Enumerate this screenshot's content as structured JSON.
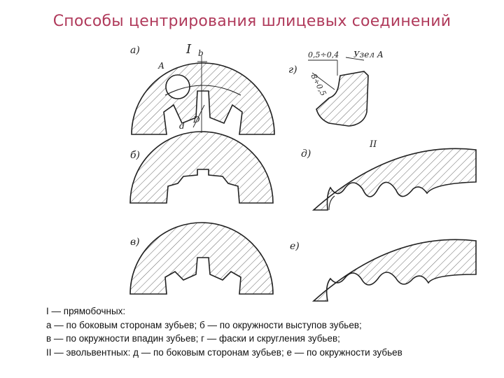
{
  "title": "Способы центрирования шлицевых соединений",
  "figure": {
    "labels": {
      "a": "а)",
      "b": "б)",
      "v": "в)",
      "g": "г)",
      "d": "д)",
      "e": "е)",
      "roman1": "I",
      "roman2": "II",
      "A": "А",
      "b_dim": "b",
      "d_dim": "d",
      "D_dim": "D",
      "dim1": "0,5÷0,4",
      "dim2": "8÷0,5",
      "node": "Узел А"
    }
  },
  "caption": {
    "line1": "I — прямобочных:",
    "line2": "а — по боковым сторонам зубьев; б — по окружности выступов зубьев;",
    "line3": "в — по окружности впадин зубьев; г — фаски и скругления зубьев;",
    "line4": "II — эвольвентных: д — по боковым сторонам зубьев; е — по окружности зубьев"
  }
}
